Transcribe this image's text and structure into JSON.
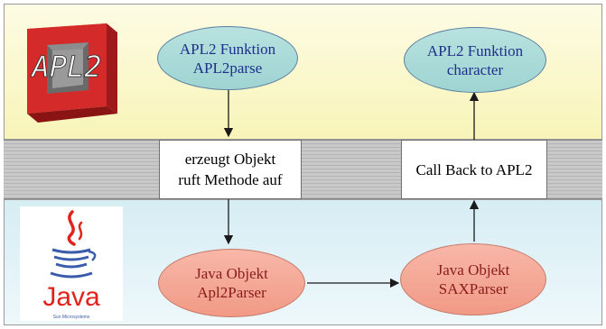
{
  "apl_logo": {
    "text": "APL2"
  },
  "java_logo": {
    "word": "Java",
    "company": "Sun Microsystems"
  },
  "nodes": {
    "apl_parse": {
      "line1": "APL2 Funktion",
      "line2": "APL2parse"
    },
    "apl_character": {
      "line1": "APL2 Funktion",
      "line2": "character"
    },
    "creates_object": {
      "line1": "erzeugt Objekt",
      "line2": "ruft Methode auf"
    },
    "callback": {
      "line1": "Call Back to APL2"
    },
    "java_apl2parser": {
      "line1": "Java Objekt",
      "line2": "Apl2Parser"
    },
    "java_saxparser": {
      "line1": "Java Objekt",
      "line2": "SAXParser"
    }
  },
  "colors": {
    "apl_band": "#f8f4b8",
    "java_band": "#d6edf4",
    "blue_node": "#a8d9d6",
    "red_node": "#f4a592",
    "apl_logo_red": "#d42a2a"
  }
}
